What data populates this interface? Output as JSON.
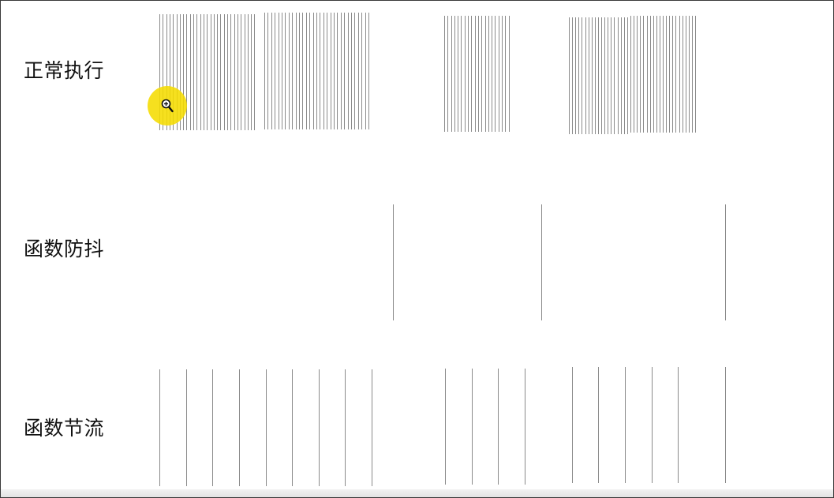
{
  "rows": {
    "normal": {
      "label": "正常执行"
    },
    "debounce": {
      "label": "函数防抖"
    },
    "throttle": {
      "label": "函数节流"
    }
  },
  "cursor": {
    "icon": "zoom-in-icon",
    "highlight_color": "#f5dc00"
  }
}
